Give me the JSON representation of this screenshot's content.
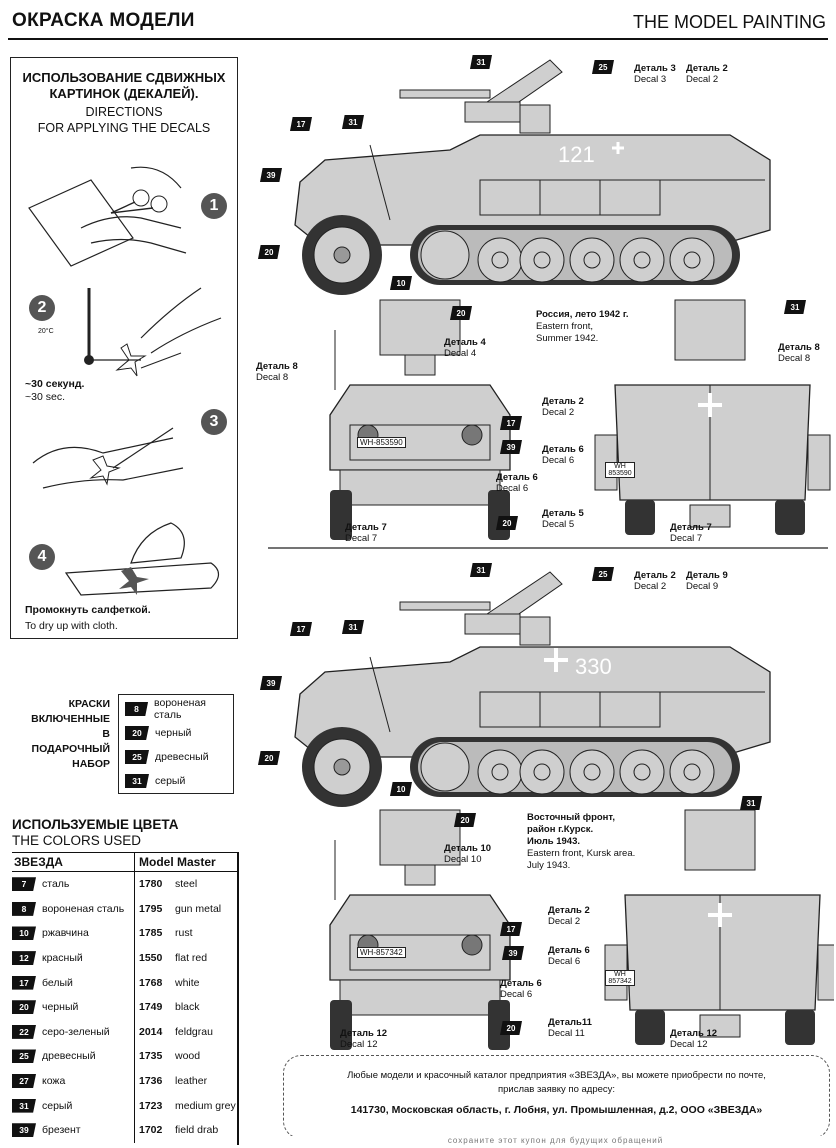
{
  "header": {
    "title_ru": "ОКРАСКА МОДЕЛИ",
    "title_en": "THE MODEL PAINTING"
  },
  "directions": {
    "title_ru": "ИСПОЛЬЗОВАНИЕ СДВИЖНЫХ КАРТИНОК (ДЕКАЛЕЙ).",
    "title_en_1": "DIRECTIONS",
    "title_en_2": "FOR APPLYING THE DECALS",
    "step_numbers": [
      "1",
      "2",
      "3",
      "4"
    ],
    "temp": "20°C",
    "soak_ru": "~30 секунд.",
    "soak_en": "~30 sec.",
    "dry_ru": "Промокнуть салфеткой.",
    "dry_en": "To dry up with cloth."
  },
  "kit_paints": {
    "label": "КРАСКИ ВКЛЮЧЕННЫЕ В ПОДАРОЧНЫЙ НАБОР",
    "label_lines": [
      "КРАСКИ",
      "ВКЛЮЧЕННЫЕ",
      "В ПОДАРОЧНЫЙ",
      "НАБОР"
    ],
    "items": [
      {
        "num": "8",
        "name": "вороненая сталь"
      },
      {
        "num": "20",
        "name": "черный"
      },
      {
        "num": "25",
        "name": "древесный"
      },
      {
        "num": "31",
        "name": "серый"
      }
    ]
  },
  "colors_used": {
    "title_ru": "ИСПОЛЬЗУЕМЫЕ ЦВЕТА",
    "title_en": "THE COLORS USED",
    "col_zvezda": "ЗВЕЗДА",
    "col_mm": "Model Master",
    "rows": [
      {
        "num": "7",
        "ru": "сталь",
        "mm_num": "1780",
        "mm": "steel"
      },
      {
        "num": "8",
        "ru": "вороненая сталь",
        "mm_num": "1795",
        "mm": "gun metal"
      },
      {
        "num": "10",
        "ru": "ржавчина",
        "mm_num": "1785",
        "mm": "rust"
      },
      {
        "num": "12",
        "ru": "красный",
        "mm_num": "1550",
        "mm": "flat red"
      },
      {
        "num": "17",
        "ru": "белый",
        "mm_num": "1768",
        "mm": "white"
      },
      {
        "num": "20",
        "ru": "черный",
        "mm_num": "1749",
        "mm": "black"
      },
      {
        "num": "22",
        "ru": "серо-зеленый",
        "mm_num": "2014",
        "mm": "feldgrau"
      },
      {
        "num": "25",
        "ru": "древесный",
        "mm_num": "1735",
        "mm": "wood"
      },
      {
        "num": "27",
        "ru": "кожа",
        "mm_num": "1736",
        "mm": "leather"
      },
      {
        "num": "31",
        "ru": "серый",
        "mm_num": "1723",
        "mm": "medium grey"
      },
      {
        "num": "39",
        "ru": "брезент",
        "mm_num": "1702",
        "mm": "field drab"
      }
    ]
  },
  "scheme1": {
    "caption_ru": "Россия, лето 1942 г.",
    "caption_en_1": "Eastern front,",
    "caption_en_2": "Summer 1942.",
    "hull_number": "121",
    "plate": "WH-853590",
    "rear_plate": "WH 853590",
    "decals": {
      "d3_ru": "Деталь 3",
      "d3_en": "Decal 3",
      "d2_ru": "Деталь 2",
      "d2_en": "Decal 2",
      "d4_ru": "Деталь 4",
      "d4_en": "Decal 4",
      "d8_ru": "Деталь 8",
      "d8_en": "Decal 8",
      "d6_ru": "Деталь 6",
      "d6_en": "Decal 6",
      "d7_ru": "Деталь 7",
      "d7_en": "Decal 7",
      "d5_ru": "Деталь 5",
      "d5_en": "Decal 5"
    }
  },
  "scheme2": {
    "caption_ru_1": "Восточный фронт,",
    "caption_ru_2": "район г.Курск.",
    "caption_ru_3": "Июль 1943.",
    "caption_en_1": "Eastern front, Kursk area.",
    "caption_en_2": "July 1943.",
    "hull_number": "330",
    "plate": "WH-857342",
    "rear_plate": "WH 857342",
    "decals": {
      "d2_ru": "Деталь 2",
      "d2_en": "Decal 2",
      "d9_ru": "Деталь 9",
      "d9_en": "Decal 9",
      "d10_ru": "Деталь 10",
      "d10_en": "Decal 10",
      "d6_ru": "Деталь 6",
      "d6_en": "Decal 6",
      "d12_ru": "Деталь 12",
      "d12_en": "Decal 12",
      "d11_ru": "Деталь11",
      "d11_en": "Decal 11"
    }
  },
  "callouts": [
    "31",
    "25",
    "17",
    "39",
    "20",
    "10"
  ],
  "footer": {
    "line1": "Любые модели и красочный каталог предприятия «ЗВЕЗДА», вы можете приобрести по почте,",
    "line2": "прислав заявку по адресу:",
    "address": "141730, Московская область, г. Лобня, ул. Промышленная, д.2, ООО «ЗВЕЗДА»",
    "bottom": "сохраните этот купон для будущих обращений"
  },
  "colors": {
    "vehicle_grey": "#cfcfcf",
    "outline": "#222222",
    "ink": "#111111"
  }
}
